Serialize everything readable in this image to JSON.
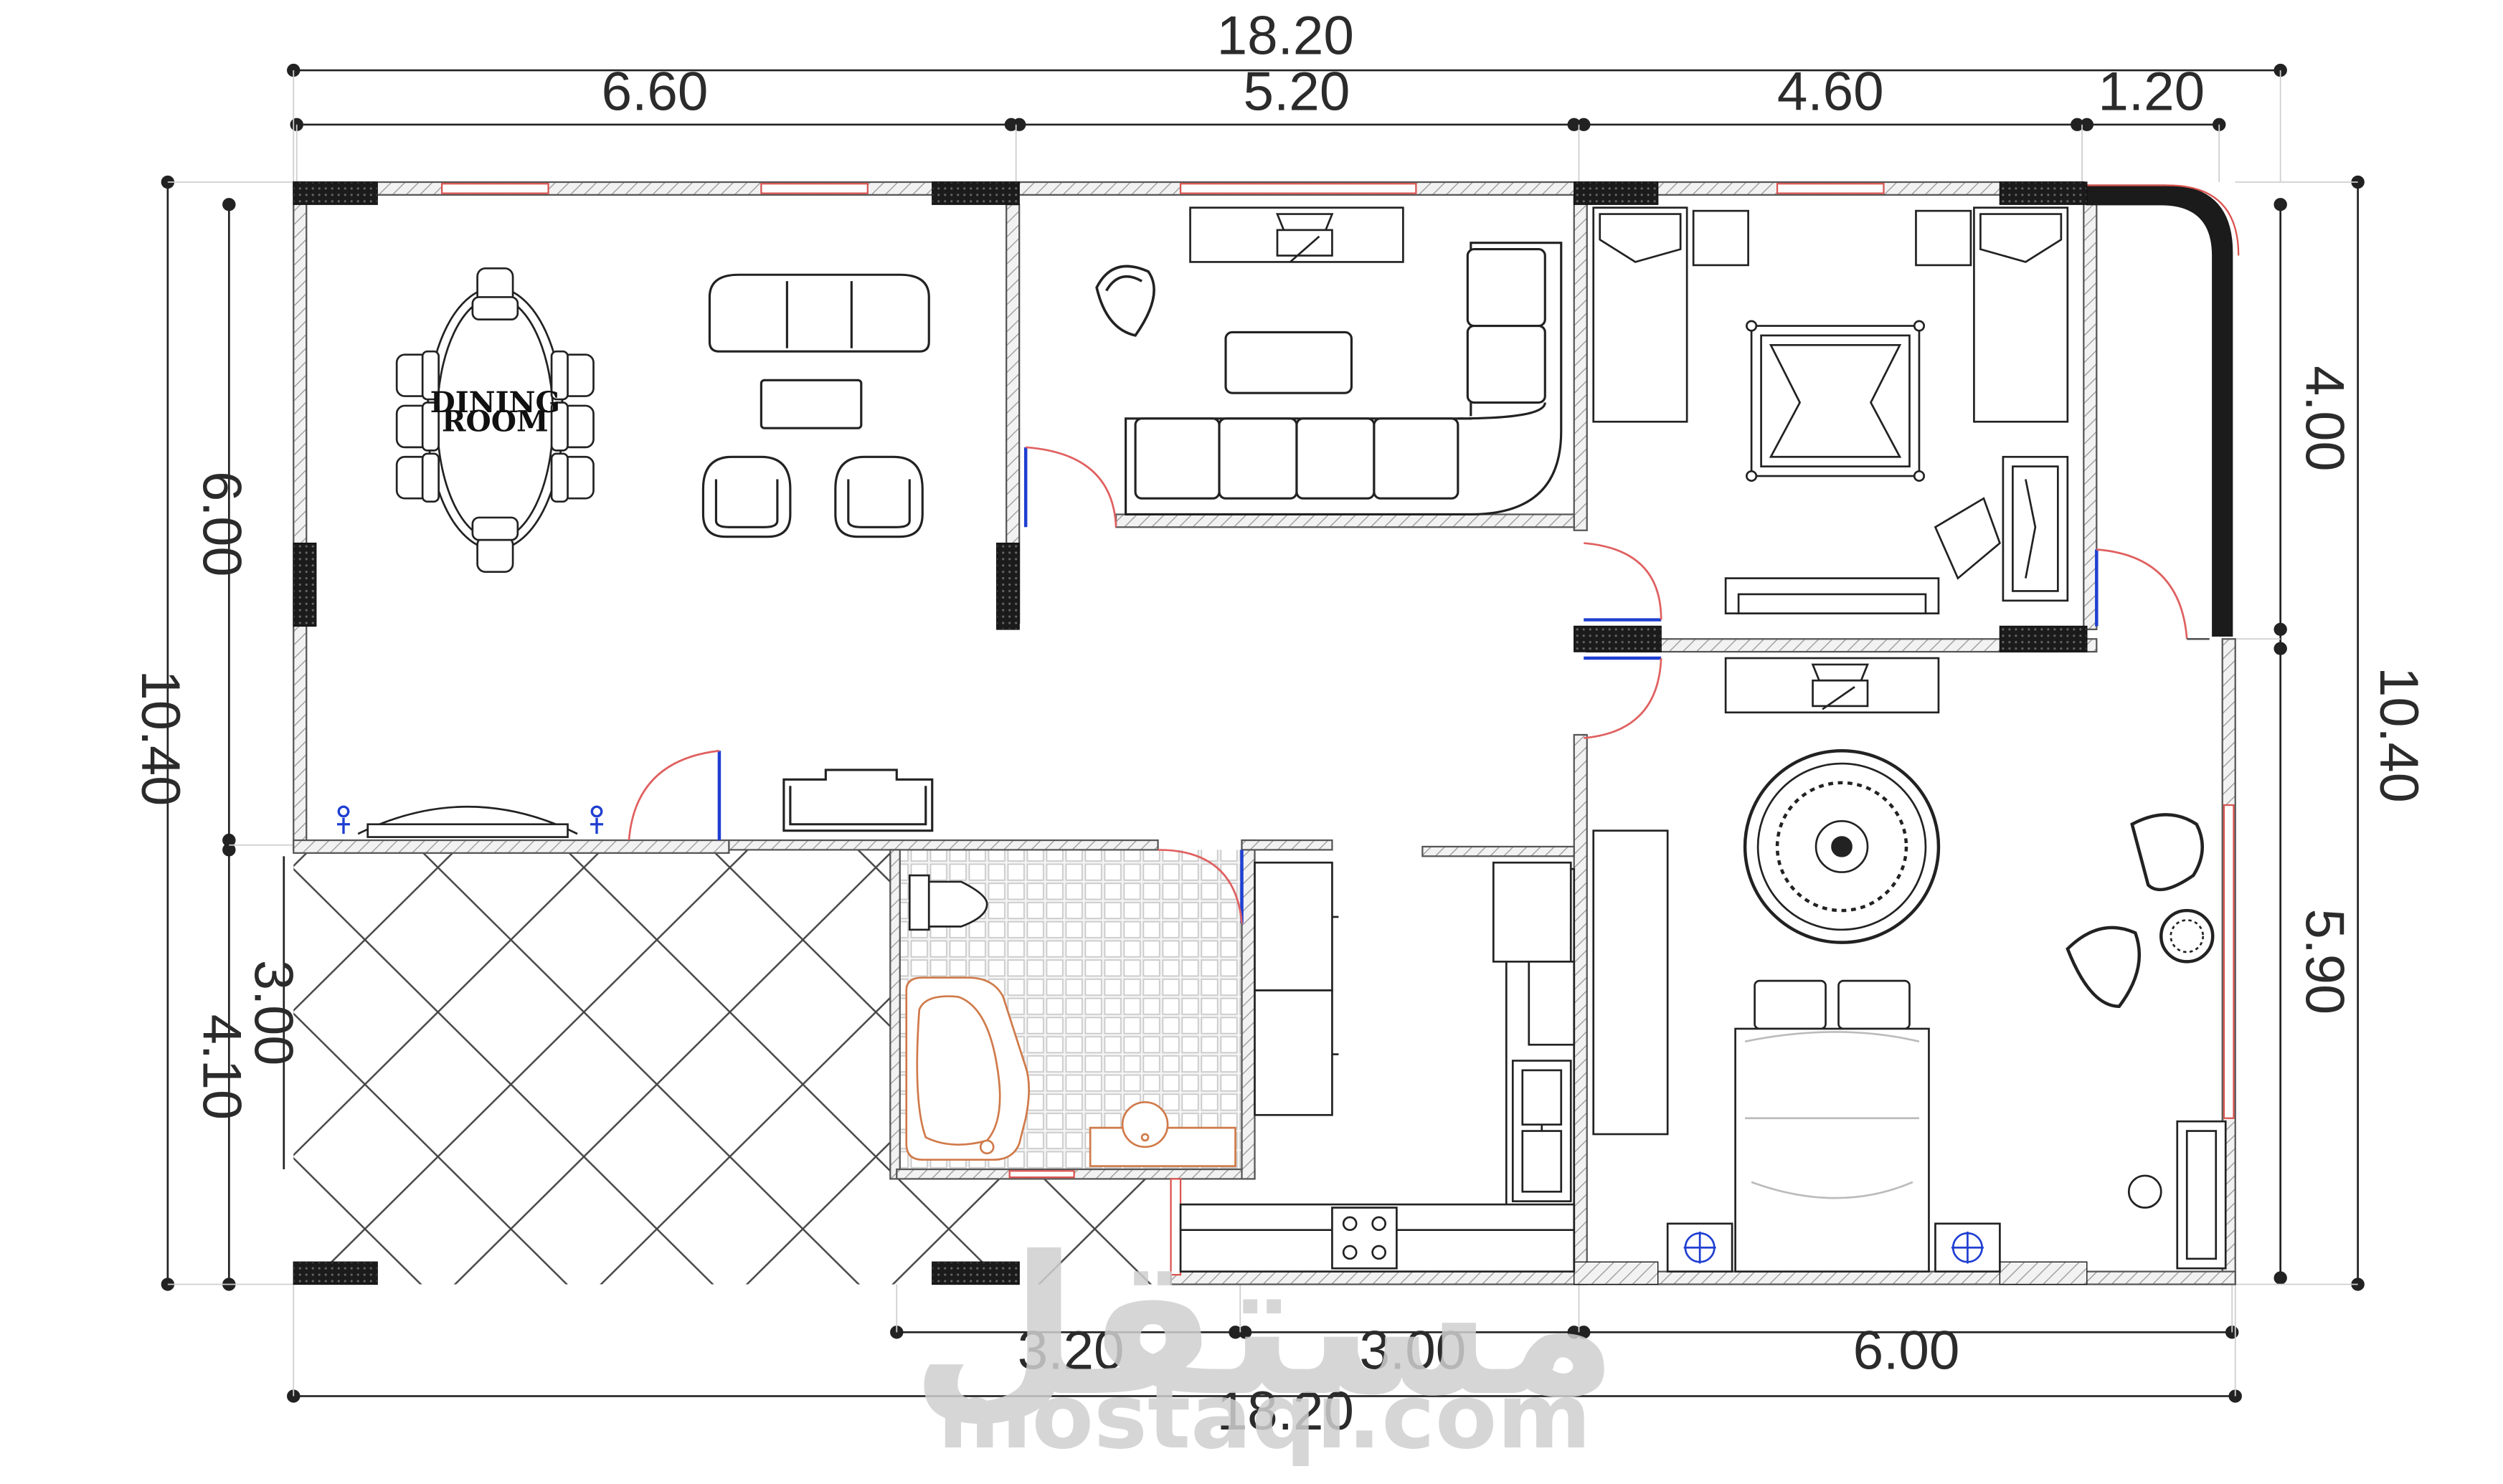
{
  "dimensions": {
    "top_total": "18.20",
    "top_segments": [
      "6.60",
      "5.20",
      "4.60",
      "1.20"
    ],
    "left_outer": "10.40",
    "left_upper": "6.00",
    "left_lower_a": "3.00",
    "left_lower_b": "4.10",
    "right_outer": "10.40",
    "right_upper": "4.00",
    "right_lower": "5.90",
    "bottom_segments": [
      "3.20",
      "3.00",
      "6.00"
    ],
    "bottom_total": "18.20"
  },
  "rooms": {
    "dining_line1": "DINING",
    "dining_line2": "ROOM"
  },
  "watermark": {
    "arabic": "مستقل",
    "latin": "mostaqi.com"
  },
  "colors": {
    "wall": "#555555",
    "column": "#1a1a1a",
    "window": "#d9534f",
    "door_swing": "#e06060",
    "fixture_sanitary": "#d07a4a",
    "fixture_blue": "#1f3fd1"
  }
}
